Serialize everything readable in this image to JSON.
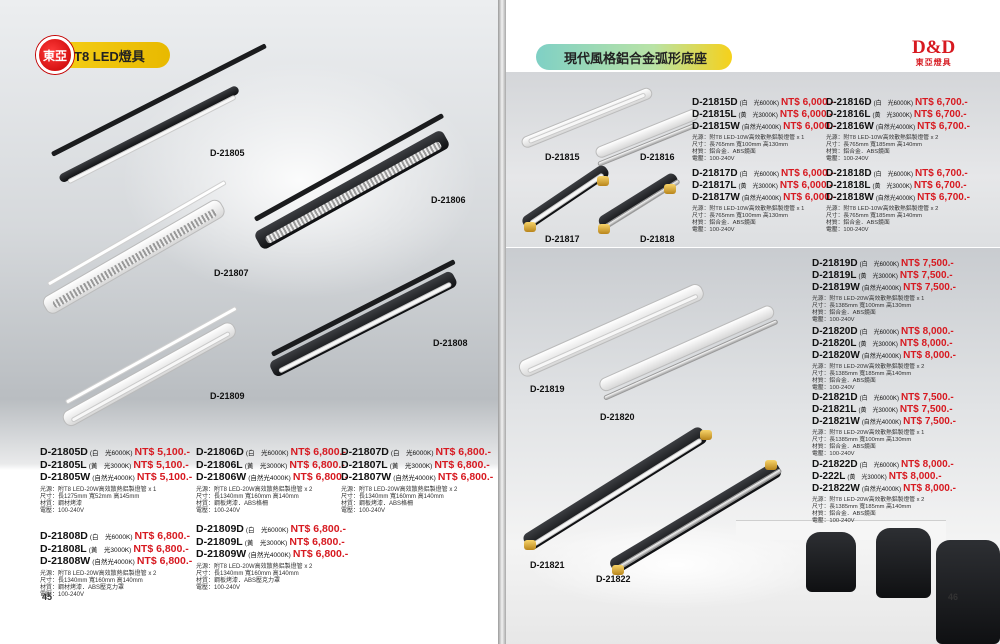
{
  "left_page": {
    "title": "T8 LED燈具",
    "logo_text": "東亞",
    "page_number": "45",
    "product_labels": [
      "D-21805",
      "D-21806",
      "D-21807",
      "D-21808",
      "D-21809"
    ],
    "specs": [
      {
        "rows": [
          {
            "code": "D-21805D",
            "tone": "(白　光6000K)",
            "price": "NT$ 5,100.-"
          },
          {
            "code": "D-21805L",
            "tone": "(黃　光3000K)",
            "price": "NT$ 5,100.-"
          },
          {
            "code": "D-21805W",
            "tone": "(自然光4000K)",
            "price": "NT$ 5,100.-"
          }
        ],
        "desc": [
          "光源：附T8 LED-20W高效散熱鋁製燈管 x 1",
          "尺寸：長1275mm 寬52mm 高145mm",
          "材質：鋼材烤漆",
          "電壓：100-240V"
        ]
      },
      {
        "rows": [
          {
            "code": "D-21806D",
            "tone": "(白　光6000K)",
            "price": "NT$ 6,800.-"
          },
          {
            "code": "D-21806L",
            "tone": "(黃　光3000K)",
            "price": "NT$ 6,800.-"
          },
          {
            "code": "D-21806W",
            "tone": "(自然光4000K)",
            "price": "NT$ 6,800.-"
          }
        ],
        "desc": [
          "光源：附T8 LED-20W高效散熱鋁製燈管 x 2",
          "尺寸：長1340mm 寬160mm 高140mm",
          "材質：鋼板烤漆．ABS格柵",
          "電壓：100-240V"
        ]
      },
      {
        "rows": [
          {
            "code": "D-21807D",
            "tone": "(白　光6000K)",
            "price": "NT$ 6,800.-"
          },
          {
            "code": "D-21807L",
            "tone": "(黃　光3000K)",
            "price": "NT$ 6,800.-"
          },
          {
            "code": "D-21807W",
            "tone": "(自然光4000K)",
            "price": "NT$ 6,800.-"
          }
        ],
        "desc": [
          "光源：附T8 LED-20W高效散熱鋁製燈管 x 2",
          "尺寸：長1340mm 寬160mm 高140mm",
          "材質：鋼板烤漆．ABS格柵",
          "電壓：100-240V"
        ]
      },
      {
        "rows": [
          {
            "code": "D-21808D",
            "tone": "(白　光6000K)",
            "price": "NT$ 6,800.-"
          },
          {
            "code": "D-21808L",
            "tone": "(黃　光3000K)",
            "price": "NT$ 6,800.-"
          },
          {
            "code": "D-21808W",
            "tone": "(自然光4000K)",
            "price": "NT$ 6,800.-"
          }
        ],
        "desc": [
          "光源：附T8 LED-20W高效散熱鋁製燈管 x 2",
          "尺寸：長1340mm 寬160mm 高140mm",
          "材質：鋼材烤漆．ABS壓克力罩",
          "電壓：100-240V"
        ]
      },
      {
        "rows": [
          {
            "code": "D-21809D",
            "tone": "(白　光6000K)",
            "price": "NT$ 6,800.-"
          },
          {
            "code": "D-21809L",
            "tone": "(黃　光3000K)",
            "price": "NT$ 6,800.-"
          },
          {
            "code": "D-21809W",
            "tone": "(自然光4000K)",
            "price": "NT$ 6,800.-"
          }
        ],
        "desc": [
          "光源：附T8 LED-20W高效散熱鋁製燈管 x 2",
          "尺寸：長1340mm 寬160mm 高140mm",
          "材質：鋼板烤漆．ABS壓克力罩",
          "電壓：100-240V"
        ]
      }
    ]
  },
  "right_page": {
    "title": "現代風格鋁合金弧形底座",
    "brand_logo": "D&D",
    "brand_sub": "東亞燈具",
    "page_number": "46",
    "product_labels": [
      "D-21815",
      "D-21816",
      "D-21817",
      "D-21818",
      "D-21819",
      "D-21820",
      "D-21821",
      "D-21822"
    ],
    "specs": [
      {
        "rows": [
          {
            "code": "D-21815D",
            "tone": "(白　光6000K)",
            "price": "NT$ 6,000.-"
          },
          {
            "code": "D-21815L",
            "tone": "(黃　光3000K)",
            "price": "NT$ 6,000.-"
          },
          {
            "code": "D-21815W",
            "tone": "(自然光4000K)",
            "price": "NT$ 6,000.-"
          }
        ],
        "desc": [
          "光源：附T8 LED-10W高效散熱鋁製燈管 x 1",
          "尺寸：長765mm 寬100mm 高130mm",
          "材質：鋁合金．ABS鏡面",
          "電壓：100-240V"
        ]
      },
      {
        "rows": [
          {
            "code": "D-21816D",
            "tone": "(白　光6000K)",
            "price": "NT$ 6,700.-"
          },
          {
            "code": "D-21816L",
            "tone": "(黃　光3000K)",
            "price": "NT$ 6,700.-"
          },
          {
            "code": "D-21816W",
            "tone": "(自然光4000K)",
            "price": "NT$ 6,700.-"
          }
        ],
        "desc": [
          "光源：附T8 LED-10W高效散熱鋁製燈管 x 2",
          "尺寸：長765mm 寬185mm 高140mm",
          "材質：鋁合金．ABS鏡面",
          "電壓：100-240V"
        ]
      },
      {
        "rows": [
          {
            "code": "D-21817D",
            "tone": "(白　光6000K)",
            "price": "NT$ 6,000.-"
          },
          {
            "code": "D-21817L",
            "tone": "(黃　光3000K)",
            "price": "NT$ 6,000.-"
          },
          {
            "code": "D-21817W",
            "tone": "(自然光4000K)",
            "price": "NT$ 6,000.-"
          }
        ],
        "desc": [
          "光源：附T8 LED-10W高效散熱鋁製燈管 x 1",
          "尺寸：長765mm 寬100mm 高130mm",
          "材質：鋁合金．ABS鏡面",
          "電壓：100-240V"
        ]
      },
      {
        "rows": [
          {
            "code": "D-21818D",
            "tone": "(白　光6000K)",
            "price": "NT$ 6,700.-"
          },
          {
            "code": "D-21818L",
            "tone": "(黃　光3000K)",
            "price": "NT$ 6,700.-"
          },
          {
            "code": "D-21818W",
            "tone": "(自然光4000K)",
            "price": "NT$ 6,700.-"
          }
        ],
        "desc": [
          "光源：附T8 LED-10W高效散熱鋁製燈管 x 2",
          "尺寸：長765mm 寬185mm 高140mm",
          "材質：鋁合金．ABS鏡面",
          "電壓：100-240V"
        ]
      },
      {
        "rows": [
          {
            "code": "D-21819D",
            "tone": "(白　光6000K)",
            "price": "NT$ 7,500.-"
          },
          {
            "code": "D-21819L",
            "tone": "(黃　光3000K)",
            "price": "NT$ 7,500.-"
          },
          {
            "code": "D-21819W",
            "tone": "(自然光4000K)",
            "price": "NT$ 7,500.-"
          }
        ],
        "desc": [
          "光源：附T8 LED-20W高效散熱鋁製燈管 x 1",
          "尺寸：長1385mm 寬100mm 高130mm",
          "材質：鋁合金．ABS鏡面",
          "電壓：100-240V"
        ]
      },
      {
        "rows": [
          {
            "code": "D-21820D",
            "tone": "(白　光6000K)",
            "price": "NT$ 8,000.-"
          },
          {
            "code": "D-21820L",
            "tone": "(黃　光3000K)",
            "price": "NT$ 8,000.-"
          },
          {
            "code": "D-21820W",
            "tone": "(自然光4000K)",
            "price": "NT$ 8,000.-"
          }
        ],
        "desc": [
          "光源：附T8 LED-20W高效散熱鋁製燈管 x 2",
          "尺寸：長1385mm 寬185mm 高140mm",
          "材質：鋁合金．ABS鏡面",
          "電壓：100-240V"
        ]
      },
      {
        "rows": [
          {
            "code": "D-21821D",
            "tone": "(白　光6000K)",
            "price": "NT$ 7,500.-"
          },
          {
            "code": "D-21821L",
            "tone": "(黃　光3000K)",
            "price": "NT$ 7,500.-"
          },
          {
            "code": "D-21821W",
            "tone": "(自然光4000K)",
            "price": "NT$ 7,500.-"
          }
        ],
        "desc": [
          "光源：附T8 LED-20W高效散熱鋁製燈管 x 1",
          "尺寸：長1385mm 寬100mm 高130mm",
          "材質：鋁合金．ABS鏡面",
          "電壓：100-240V"
        ]
      },
      {
        "rows": [
          {
            "code": "D-21822D",
            "tone": "(白　光6000K)",
            "price": "NT$ 8,000.-"
          },
          {
            "code": "D-222L",
            "tone": "(黃　光3000K)",
            "price": "NT$ 8,000.-"
          },
          {
            "code": "D-21822W",
            "tone": "(自然光4000K)",
            "price": "NT$ 8,000.-"
          }
        ],
        "desc": [
          "光源：附T8 LED-20W高效散熱鋁製燈管 x 2",
          "尺寸：長1385mm 寬185mm 高140mm",
          "材質：鋁合金．ABS鏡面",
          "電壓：100-240V"
        ]
      }
    ]
  },
  "colors": {
    "price": "#d71920",
    "header_yellow": "#f6d11a",
    "header_teal": "#7fd0c5",
    "logo_red": "#d71920"
  },
  "icons": {
    "left_logo": "globe-logo-icon",
    "right_logo": "brand-logo-icon"
  }
}
